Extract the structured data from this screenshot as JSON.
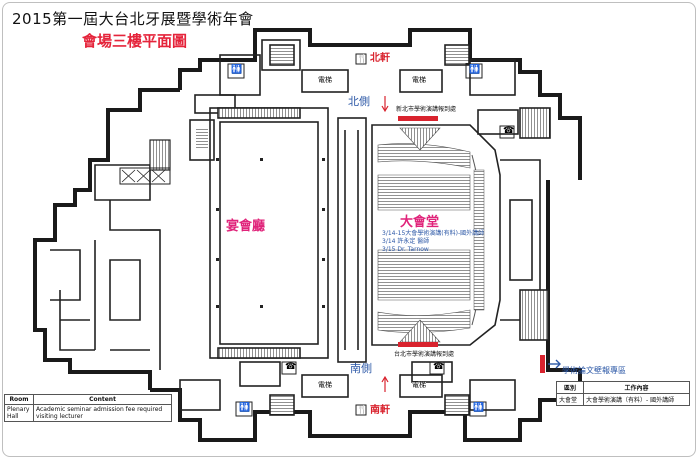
{
  "header": {
    "title": "2015第一屆大台北牙展暨學術年會",
    "subtitle": "會場三樓平面圖"
  },
  "areas": {
    "banquet_hall": "宴會廳",
    "main_hall": "大會堂",
    "north_side": "北側",
    "south_side": "南側",
    "north_pavilion": "北軒",
    "south_pavilion": "南軒",
    "elevator": "電梯"
  },
  "registration": {
    "north": "新北市學術演講報到處",
    "south": "台北市學術演講報到處"
  },
  "main_hall_talks": [
    "3/14-15大會學術演講(有料)-國外講師",
    "3/14 許永定 醫師",
    "3/15 Dr. Tarnow"
  ],
  "poster_area": "學術論文壁報專區",
  "legend_left": {
    "headers": [
      "Room",
      "Content"
    ],
    "rows": [
      {
        "room": "Plenary Hall",
        "content": "Academic seminar admission fee required visiting lecturer"
      }
    ]
  },
  "legend_right": {
    "headers": [
      "區別",
      "工作內容"
    ],
    "rows": [
      {
        "room": "大會堂",
        "content": "大會學術演講（有料）- 國外講師"
      }
    ]
  },
  "colors": {
    "accent_red": "#e5243b",
    "label_blue": "#2b57a6",
    "hall_pink": "#e0237a",
    "wall": "#1a1a1a"
  }
}
